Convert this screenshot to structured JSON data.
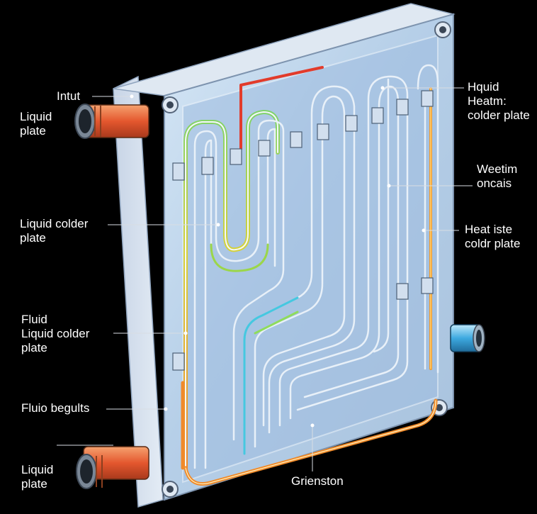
{
  "labels": {
    "inlet": "Intut",
    "liquid_plate_top": [
      "Liquid",
      "plate"
    ],
    "liquid_colder_plate": [
      "Liquid colder",
      "plate"
    ],
    "fluid_liquid_colder": [
      "Fluid",
      "Liquid colder",
      "plate"
    ],
    "fluid_beguits": "Fluio begults",
    "liquid_plate_bottom": [
      "Liquid",
      "plate"
    ],
    "hquid_heatm": [
      "Hquid",
      "Heatm:",
      "colder plate"
    ],
    "weetim_oncais": [
      "Weetim",
      "oncais"
    ],
    "heat_iste": [
      "Heat iste",
      "coldr plate"
    ],
    "grienston": "Grienston"
  },
  "colors": {
    "background": "#000000",
    "plate_face": "#b9cfe6",
    "channel_outline": "#eef3f8",
    "hot_accent": "#e2472b",
    "cool_accent": "#3fb0e6",
    "mid_accent": "#c8dc3a"
  }
}
